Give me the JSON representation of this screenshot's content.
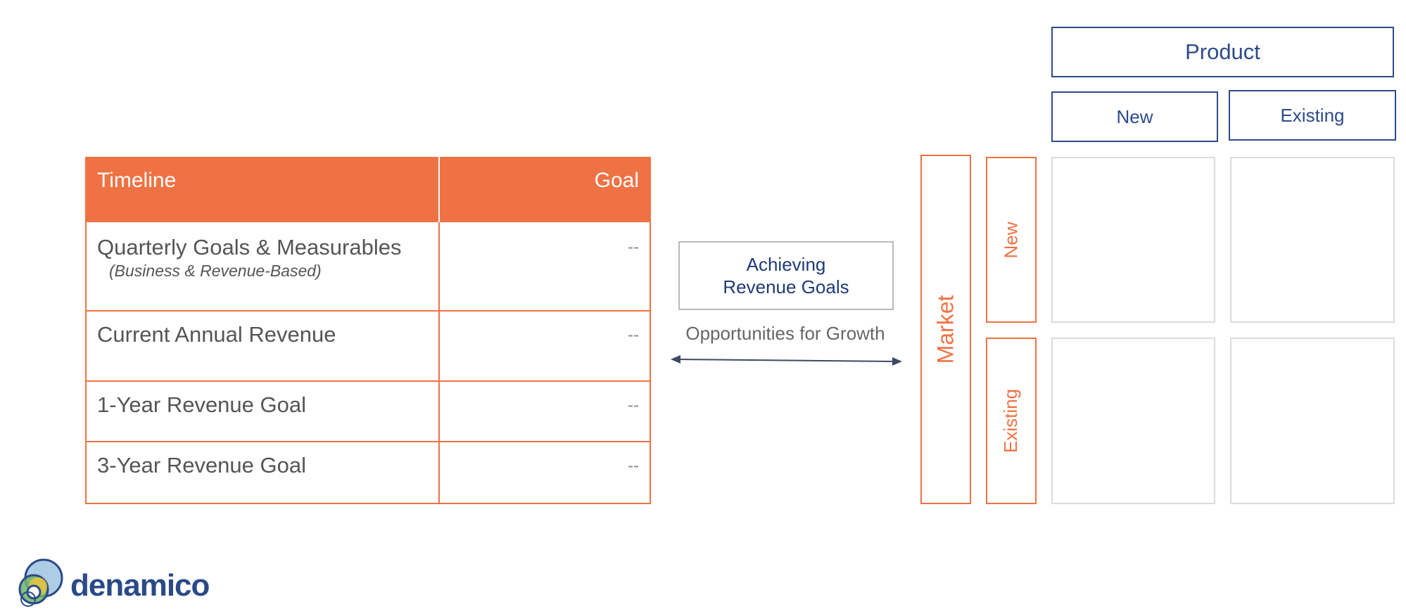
{
  "goals_table": {
    "header_left": "Timeline",
    "header_right": "Goal",
    "rows": [
      {
        "label": "Quarterly Goals & Measurables",
        "sublabel": "(Business & Revenue-Based)",
        "value": "--"
      },
      {
        "label": "Current Annual Revenue",
        "value": "--"
      },
      {
        "label": "1-Year Revenue Goal",
        "value": "--"
      },
      {
        "label": "3-Year Revenue Goal",
        "value": "--"
      }
    ]
  },
  "center": {
    "box_line1": "Achieving",
    "box_line2": "Revenue Goals",
    "caption": "Opportunities for Growth"
  },
  "matrix": {
    "product_label": "Product",
    "product_new": "New",
    "product_existing": "Existing",
    "market_label": "Market",
    "market_new": "New",
    "market_existing": "Existing"
  },
  "logo": {
    "wordmark": "denamico"
  },
  "colors": {
    "orange": "#ef7244",
    "navy": "#2c4b8a",
    "grey_border": "#dcdcdc"
  }
}
